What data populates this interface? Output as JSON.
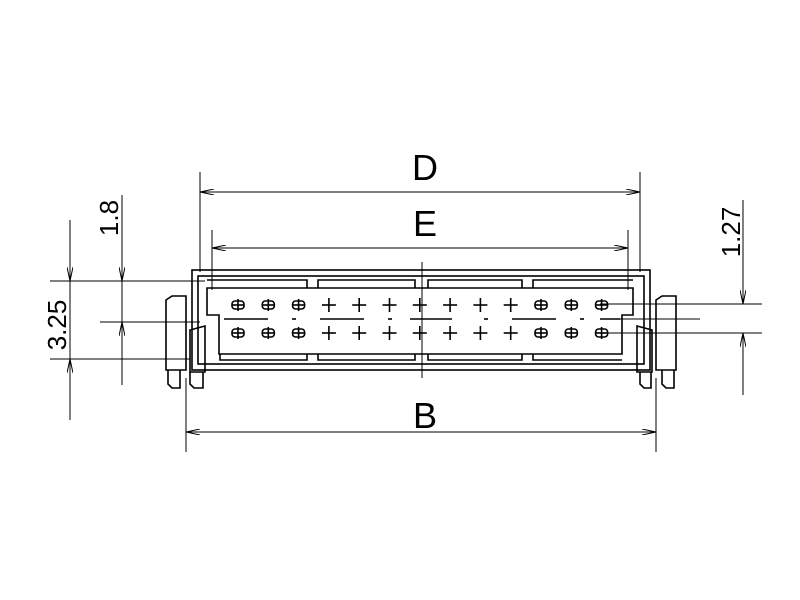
{
  "dimensions": {
    "D": "D",
    "E": "E",
    "B": "B",
    "pitch_left": "1.8",
    "height_left": "3.25",
    "pitch_right": "1.27"
  },
  "connector": {
    "pins_per_row": 13,
    "rows": 2
  }
}
